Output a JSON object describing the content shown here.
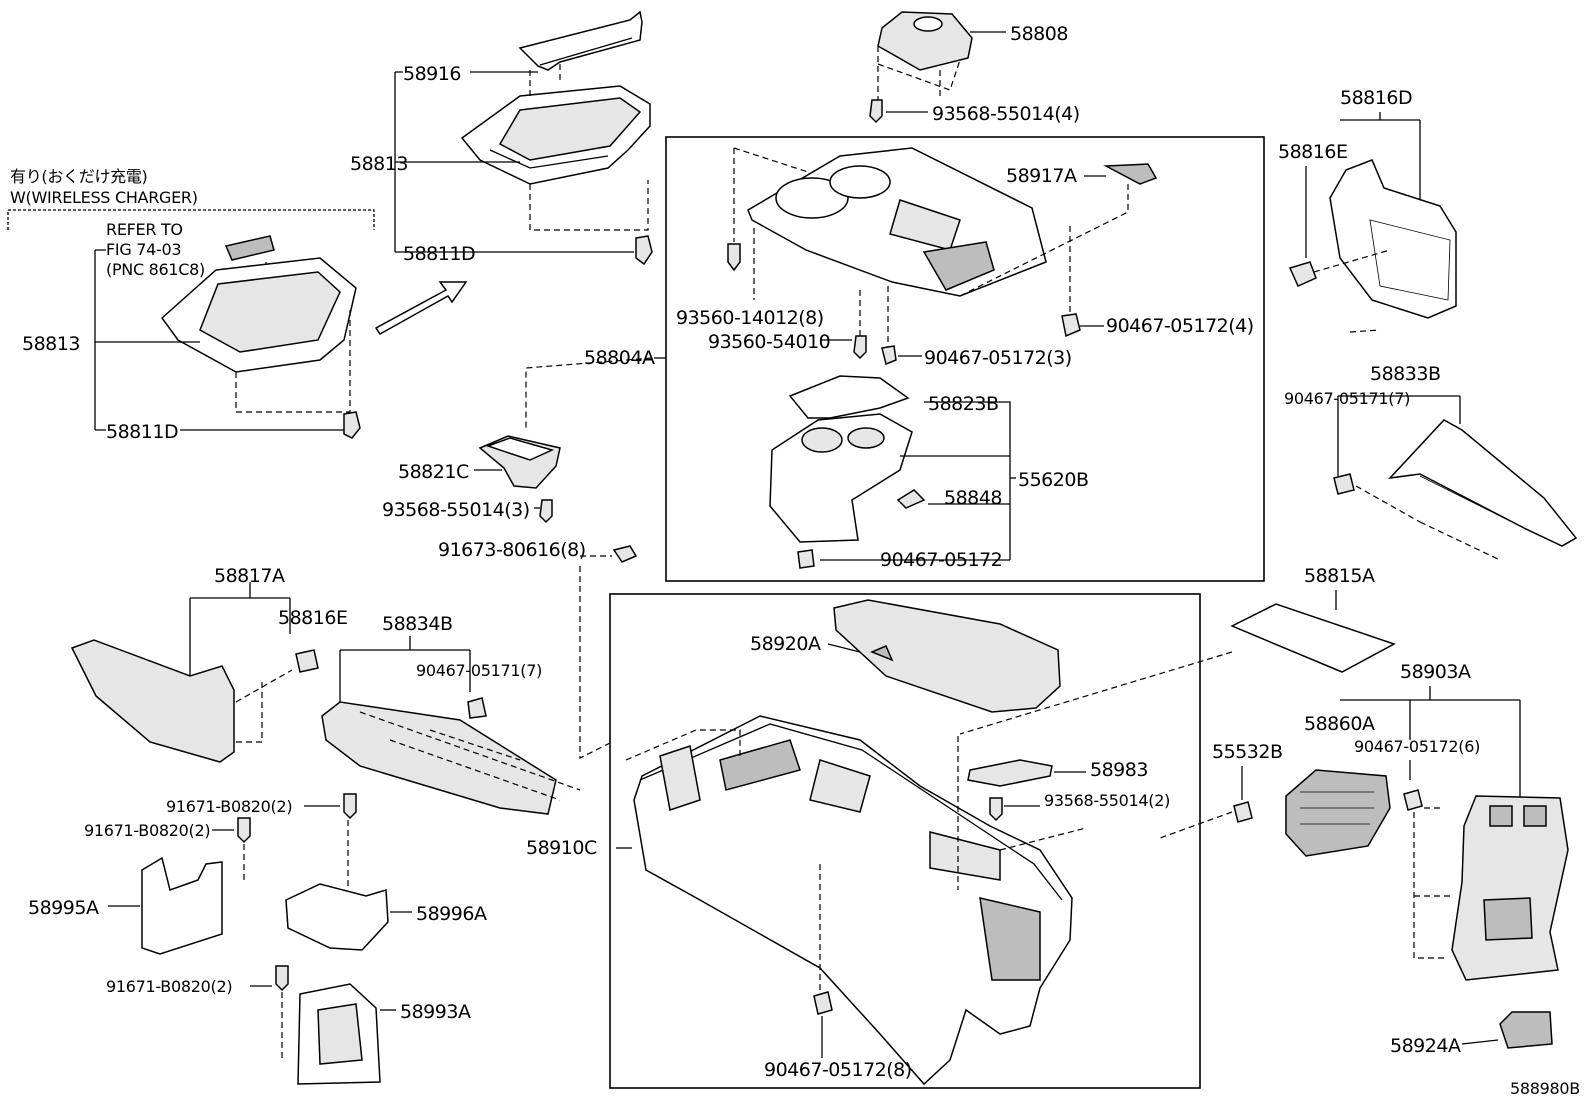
{
  "diagram_code": "588980B",
  "variant_note": {
    "line1": "有り(おくだけ充電)",
    "line2": "W(WIRELESS CHARGER)"
  },
  "refer_note": {
    "line1": "REFER TO",
    "line2": "FIG 74-03",
    "line3": "(PNC 861C8)"
  },
  "labels": {
    "p58808": "58808",
    "p93568_55014_4": "93568-55014(4)",
    "p58916": "58916",
    "p58813_top": "58813",
    "p58811D_top": "58811D",
    "p58813_left": "58813",
    "p58811D_left": "58811D",
    "p58917A": "58917A",
    "p93560_14012_8": "93560-14012(8)",
    "p93560_54010": "93560-54010",
    "p90467_05172_4": "90467-05172(4)",
    "p90467_05172_3": "90467-05172(3)",
    "p58804A": "58804A",
    "p58823B": "58823B",
    "p55620B": "55620B",
    "p58848": "58848",
    "p90467_05172": "90467-05172",
    "p58821C": "58821C",
    "p93568_55014_3": "93568-55014(3)",
    "p91673_80616_8": "91673-80616(8)",
    "p58816D": "58816D",
    "p58816E_right": "58816E",
    "p58833B": "58833B",
    "p90467_05171_7_right": "90467-05171(7)",
    "p58815A": "58815A",
    "p58903A": "58903A",
    "p58860A": "58860A",
    "p90467_05172_6": "90467-05172(6)",
    "p55532B": "55532B",
    "p58924A": "58924A",
    "p58817A": "58817A",
    "p58816E_left": "58816E",
    "p58834B": "58834B",
    "p90467_05171_7_left": "90467-05171(7)",
    "p58920A": "58920A",
    "p58983": "58983",
    "p93568_55014_2": "93568-55014(2)",
    "p58910C": "58910C",
    "p90467_05172_8": "90467-05172(8)",
    "p91671_B0820_2_a": "91671-B0820(2)",
    "p91671_B0820_2_b": "91671-B0820(2)",
    "p91671_B0820_2_c": "91671-B0820(2)",
    "p58995A": "58995A",
    "p58996A": "58996A",
    "p58993A": "58993A"
  }
}
